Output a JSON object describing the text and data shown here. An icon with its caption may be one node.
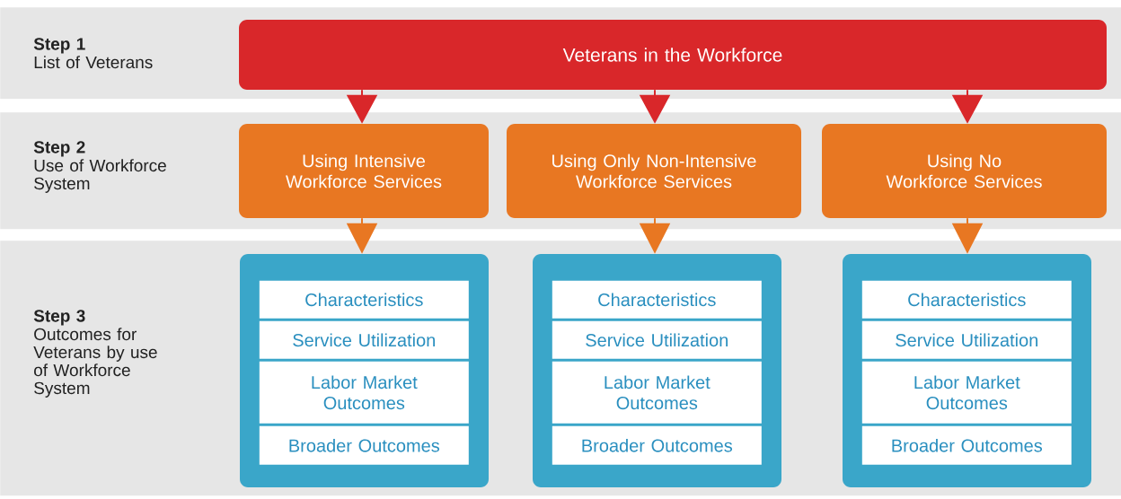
{
  "diagram": {
    "nodes": [
      {
        "text": [
          "Step 1",
          "List of Veterans"
        ]
      },
      {
        "text": [
          "Veterans in the Workforce"
        ],
        "in": 0
      },
      {
        "text": [
          "Step 2",
          "Use of Workforce System"
        ]
      },
      {
        "text": [
          "Using Intensive Workforce Services"
        ],
        "in": 2
      },
      {
        "text": [
          "Using Only Non-Intensive Workforce Services"
        ],
        "in": 2
      },
      {
        "text": [
          "Using No Workforce Services"
        ],
        "in": 2
      },
      {
        "text": [
          "Step 3",
          "Outcomes for Veterans by use of Workforce System"
        ]
      },
      {
        "text": [],
        "shape": "box",
        "in": 6
      },
      {
        "text": [
          "Characteristics"
        ],
        "in": 7
      },
      {
        "text": [
          "Service Utilization"
        ],
        "in": 7
      },
      {
        "text": [
          "Labor Market Outcomes"
        ],
        "in": 7
      },
      {
        "text": [
          "Broader Outcomes"
        ],
        "in": 7
      },
      {
        "text": [],
        "shape": "box",
        "in": 6
      },
      {
        "text": [
          "Characteristics"
        ],
        "in": 12
      },
      {
        "text": [
          "Service Utilization"
        ],
        "in": 12
      },
      {
        "text": [
          "Labor Market Outcomes"
        ],
        "in": 12
      },
      {
        "text": [
          "Broader Outcomes"
        ],
        "in": 12
      },
      {
        "text": [],
        "shape": "box",
        "in": 6
      },
      {
        "text": [
          "Characteristics"
        ],
        "in": 17
      },
      {
        "text": [
          "Service Utilization"
        ],
        "in": 17
      },
      {
        "text": [
          "Labor Market Outcomes"
        ],
        "in": 17
      },
      {
        "text": [
          "Broader Outcomes"
        ],
        "in": 17
      }
    ],
    "edges": [
      {
        "from": 1,
        "to": 3,
        "arrow": "to",
        "color": "#d9272a"
      },
      {
        "from": 1,
        "to": 4,
        "arrow": "to",
        "color": "#d9272a"
      },
      {
        "from": 1,
        "to": 5,
        "arrow": "to",
        "color": "#d9272a"
      },
      {
        "from": 3,
        "to": 7,
        "arrow": "to",
        "color": "#e87722"
      },
      {
        "from": 4,
        "to": 12,
        "arrow": "to",
        "color": "#e87722"
      },
      {
        "from": 5,
        "to": 17,
        "arrow": "to",
        "color": "#e87722"
      }
    ]
  }
}
